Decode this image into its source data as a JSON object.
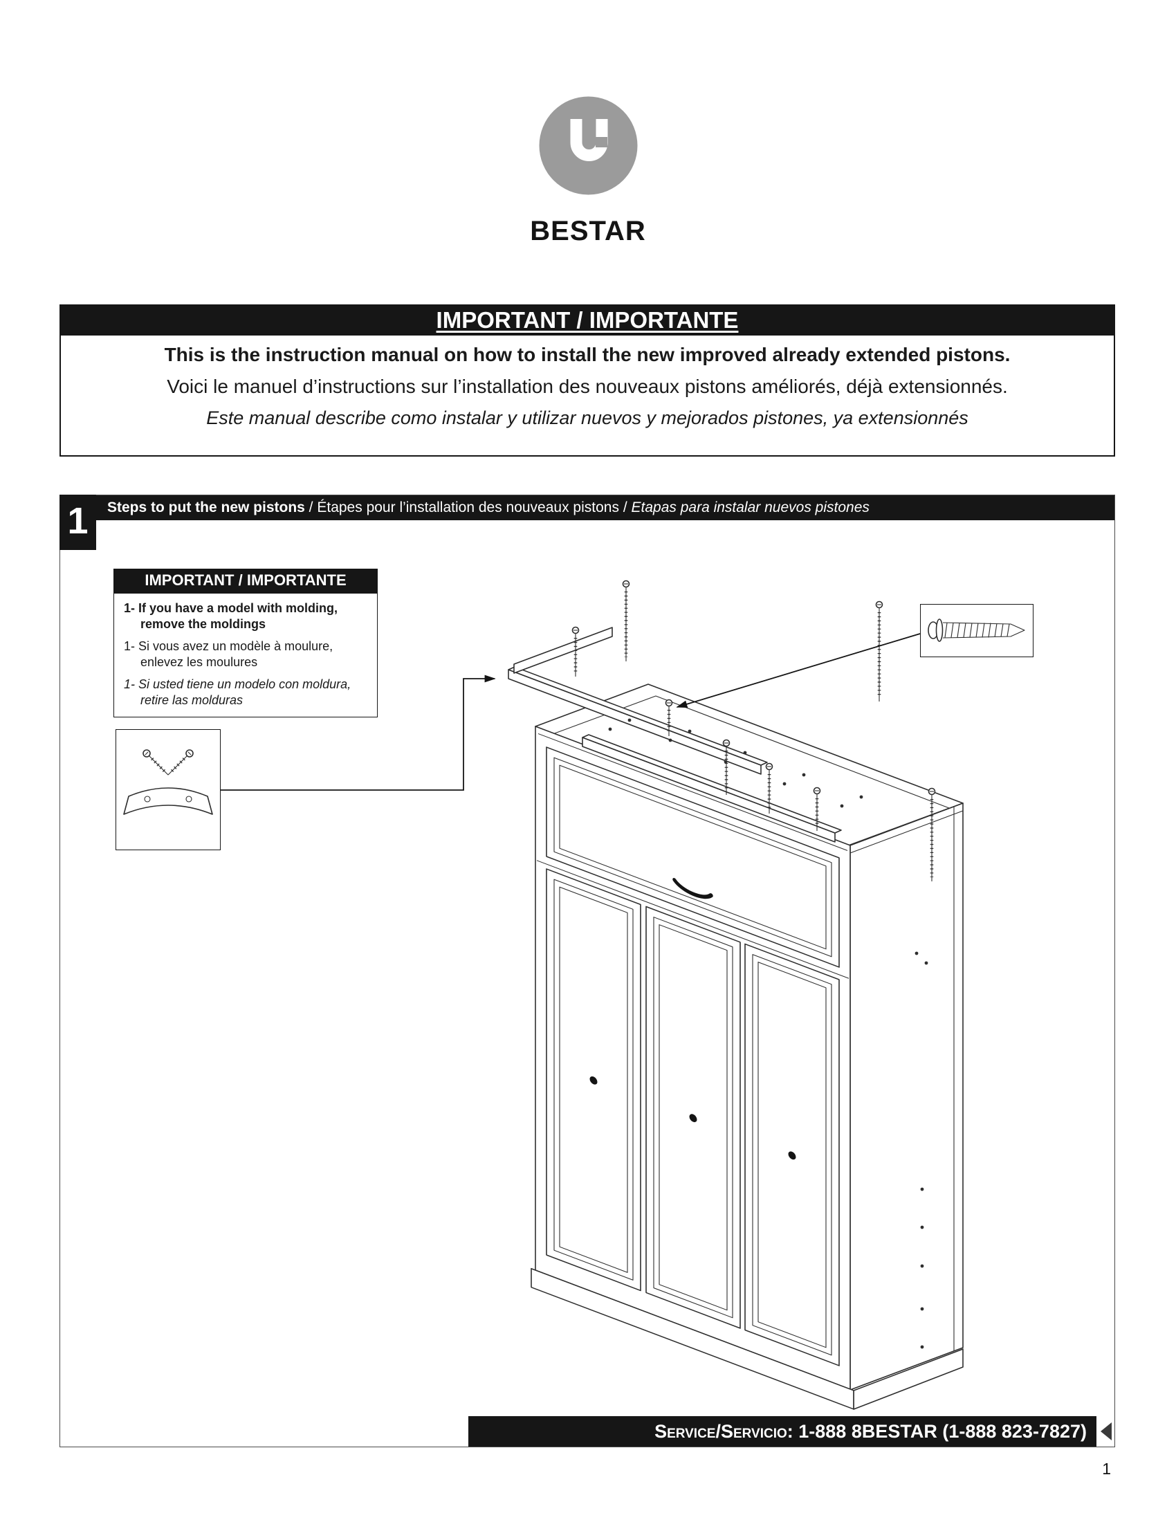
{
  "brand": {
    "name": "BESTAR"
  },
  "banner": {
    "title": "IMPORTANT / IMPORTANTE",
    "line_en": "This is the instruction manual on how to install the new improved already extended pistons.",
    "line_fr": "Voici le manuel d’instructions sur l’installation des nouveaux pistons améliorés, déjà extensionnés.",
    "line_es": "Este manual describe como instalar y utilizar nuevos y mejorados pistones, ya extensionnés"
  },
  "step1": {
    "number": "1",
    "title_en": "Steps to put the new pistons",
    "sep": " / ",
    "title_fr": "Étapes pour l’installation des nouveaux pistons",
    "title_es": "Etapas para instalar nuevos pistones",
    "note": {
      "title": "IMPORTANT / IMPORTANTE",
      "en_line1": "1- If you have a model with molding,",
      "en_line2": "remove the moldings",
      "fr_line1": "1- Si vous avez un modèle à moulure,",
      "fr_line2": "enlevez les moulures",
      "es_line1": "1- Si usted tiene un modelo con moldura,",
      "es_line2": "retire las molduras"
    }
  },
  "footer": {
    "service_label": "Service/Servicio: ",
    "service_number": "1-888 8BESTAR (1-888 823-7827)",
    "page_number": "1"
  },
  "icons": {
    "logo": "bestar-logo",
    "screw": "wood-screw",
    "bracket": "corner-molding-with-screws"
  },
  "colors": {
    "bar_black": "#161616",
    "logo_gray": "#9b9b9b",
    "line": "#2e2e2e"
  }
}
